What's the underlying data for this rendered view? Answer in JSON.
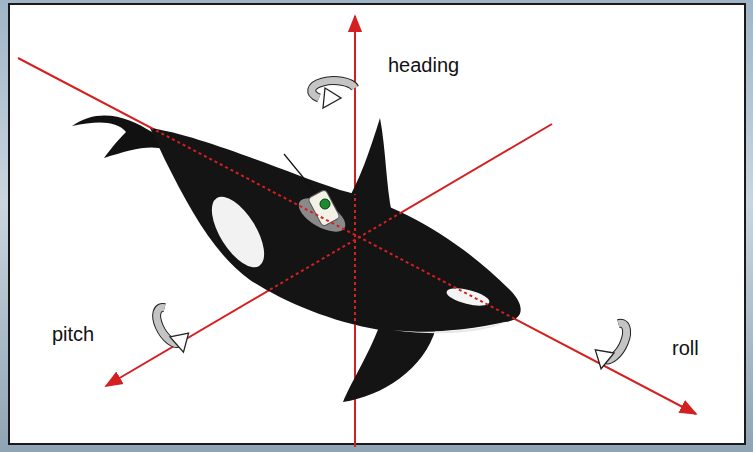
{
  "diagram": {
    "labels": [
      "heading",
      "pitch",
      "roll"
    ]
  }
}
